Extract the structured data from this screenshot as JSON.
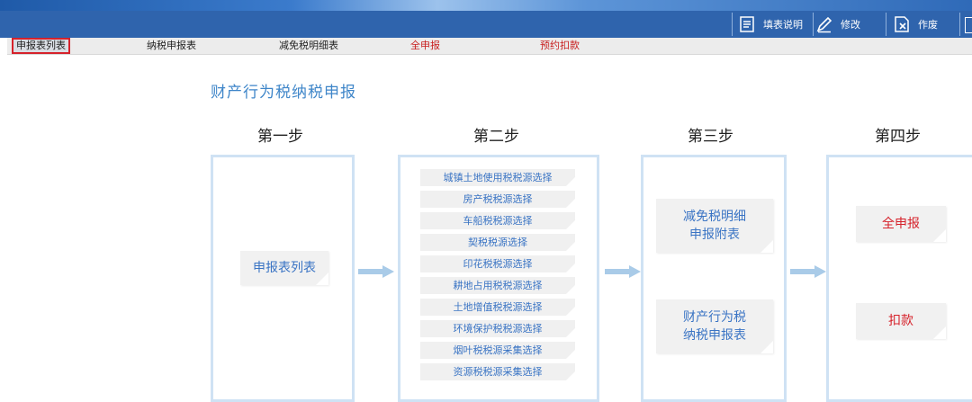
{
  "toolbar": {
    "fill_instructions_label": "填表说明",
    "edit_label": "修改",
    "void_label": "作废"
  },
  "tabs": [
    {
      "label": "申报表列表"
    },
    {
      "label": "纳税申报表"
    },
    {
      "label": "减免税明细表"
    },
    {
      "label": "全申报"
    },
    {
      "label": "预约扣款"
    }
  ],
  "page_title": "财产行为税纳税申报",
  "steps": [
    {
      "label": "第一步"
    },
    {
      "label": "第二步"
    },
    {
      "label": "第三步"
    },
    {
      "label": "第四步"
    }
  ],
  "step1": {
    "card_label": "申报表列表"
  },
  "step2": {
    "items": [
      "城镇土地使用税税源选择",
      "房产税税源选择",
      "车船税税源选择",
      "契税税源选择",
      "印花税税源选择",
      "耕地占用税税源选择",
      "土地增值税税源选择",
      "环境保护税税源选择",
      "烟叶税税源采集选择",
      "资源税税源采集选择"
    ]
  },
  "step3": {
    "card1_line1": "减免税明细",
    "card1_line2": "申报附表",
    "card2_line1": "财产行为税",
    "card2_line2": "纳税申报表"
  },
  "step4": {
    "card1_label": "全申报",
    "card2_label": "扣款"
  },
  "colors": {
    "toolbar_bg": "#2f64ad",
    "accent_blue": "#3a74c4",
    "accent_red": "#d6222b",
    "panel_border": "#cfe2f4"
  }
}
